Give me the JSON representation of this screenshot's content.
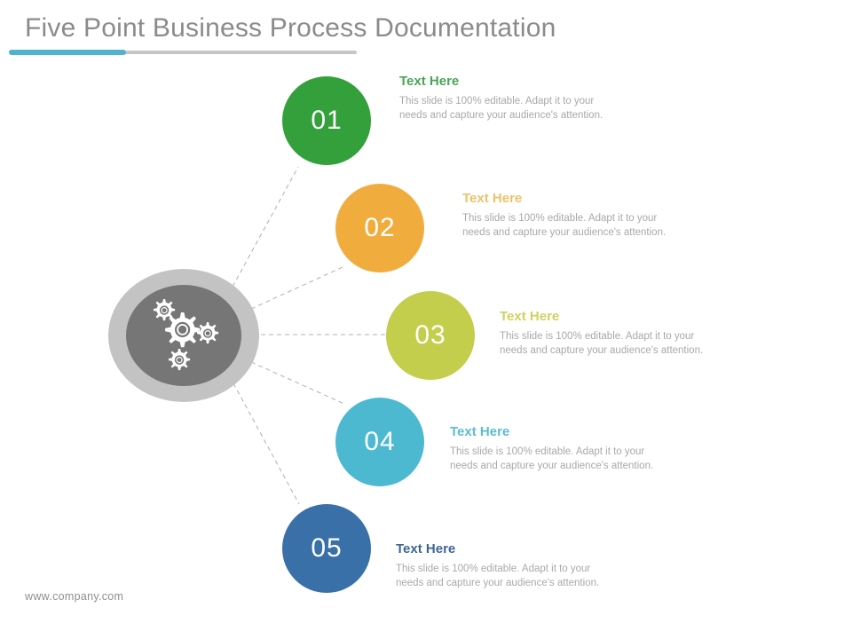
{
  "slide": {
    "title": "Five Point Business Process Documentation",
    "title_color": "#8b8b8b",
    "accent_color": "#4fb3ce",
    "rule_gray": "#c6c6c6",
    "background": "#ffffff"
  },
  "hub": {
    "name": "process-hub",
    "icon": "gears-icon",
    "outer_ring_color": "#c3c3c3",
    "core_color": "#767676",
    "gear_color": "#ffffff"
  },
  "connectors": {
    "style": "dashed",
    "color": "#b0b0b0"
  },
  "items": [
    {
      "number": "01",
      "circle_color": "#34a03c",
      "heading": "Text Here",
      "heading_color": "#4ba556",
      "body": "This slide is 100% editable. Adapt it to your needs and capture your audience's attention."
    },
    {
      "number": "02",
      "circle_color": "#f0ad3e",
      "heading": "Text Here",
      "heading_color": "#ecc268",
      "body": "This slide is 100% editable. Adapt it to your needs and capture your audience's attention."
    },
    {
      "number": "03",
      "circle_color": "#c3ce4c",
      "heading": "Text Here",
      "heading_color": "#cfd35e",
      "body": "This slide is 100% editable. Adapt it to your needs and capture your audience's attention."
    },
    {
      "number": "04",
      "circle_color": "#4db9d1",
      "heading": "Text Here",
      "heading_color": "#5cbcd1",
      "body": "This slide is 100% editable. Adapt it to your needs and capture your audience's attention."
    },
    {
      "number": "05",
      "circle_color": "#3a70a8",
      "heading": "Text Here",
      "heading_color": "#3f6695",
      "body": "This slide is 100% editable. Adapt it to your needs and capture your audience's attention."
    }
  ],
  "footer": {
    "url": "www.company.com"
  }
}
